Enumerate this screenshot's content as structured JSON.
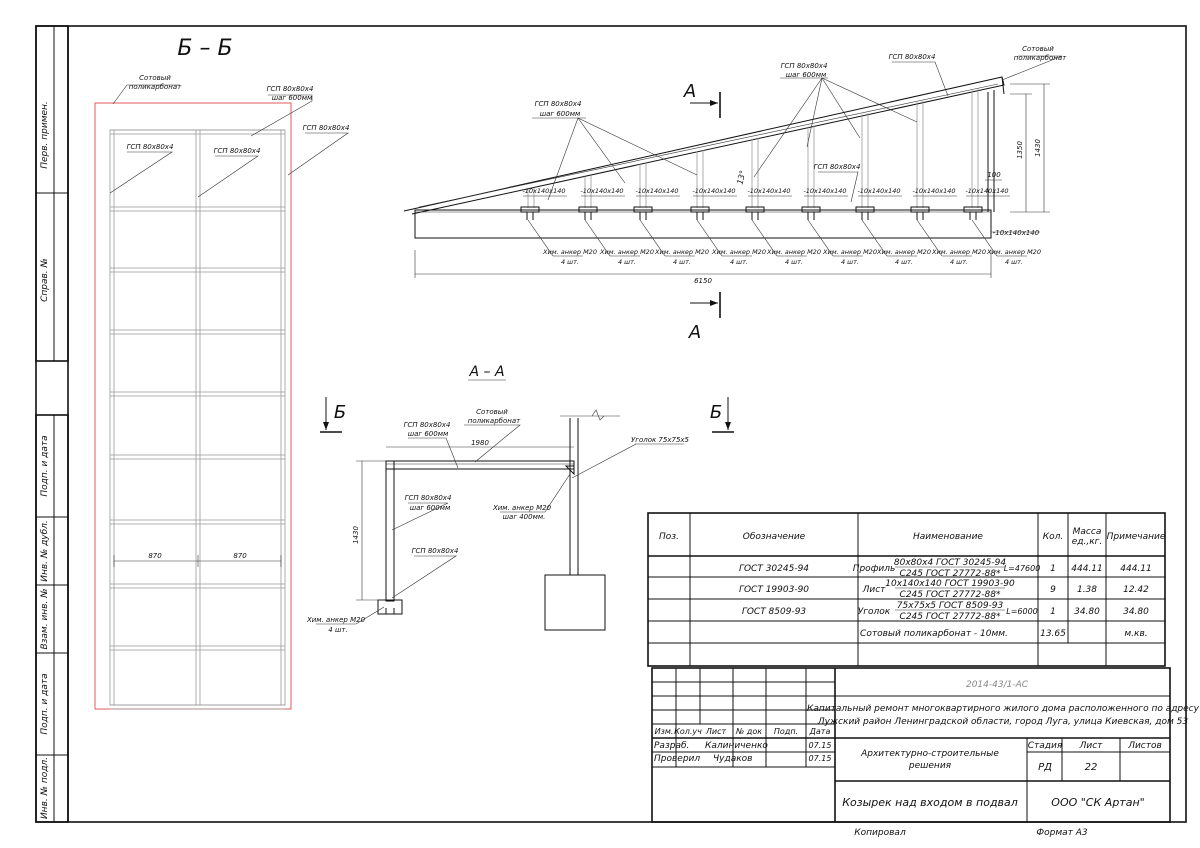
{
  "side_stamp": [
    "Перв. примен.",
    "Справ. №",
    "Подп. и дата",
    "Инв. № дубл.",
    "Взам. инв. №",
    "Подп. и дата",
    "Инв. № подл."
  ],
  "section_bb": {
    "title": "Б – Б",
    "polycarbonate": [
      "Сотовый",
      "поликарбонат"
    ],
    "gsp_step": [
      "ГСП 80х80х4",
      "шаг 600мм"
    ],
    "gsp_1": "ГСП 80х80х4",
    "gsp_2": "ГСП 80х80х4",
    "gsp_3": "ГСП 80х80х4",
    "dim_1": "870",
    "dim_2": "870"
  },
  "elevation": {
    "gsp_left": [
      "ГСП 80х80х4",
      "шаг 600мм"
    ],
    "gsp_mid": [
      "ГСП 80х80х4",
      "шаг 600мм"
    ],
    "gsp_top": "ГСП 80х80х4",
    "gsp_small": "ГСП 80х80х4",
    "polycarbonate": [
      "Сотовый",
      "поликарбонат"
    ],
    "plate": "-10х140х140",
    "plate_right": "-10х140х140",
    "anchor": [
      "Хим. анкер М20",
      "4 шт."
    ],
    "dim_total": "6150",
    "dim_h1": "1350",
    "dim_h2": "1430",
    "dim_100": "100",
    "angle": "13°",
    "cut_label": "А"
  },
  "section_aa": {
    "title": "А – А",
    "cut_label": "Б",
    "gsp_top": [
      "ГСП 80х80х4",
      "шаг 600мм"
    ],
    "polycarbonate": [
      "Сотовый",
      "поликарбонат"
    ],
    "dim_1980": "1980",
    "angle_label": "Уголок 75х75х5",
    "anchor_step": [
      "Хим. анкер М20",
      "шаг 400мм."
    ],
    "gsp_mid": [
      "ГСП 80х80х4",
      "шаг 600мм"
    ],
    "dim_1430": "1430",
    "gsp_low": "ГСП 80х80х4",
    "anchor": [
      "Хим. анкер М20",
      "4 шт."
    ]
  },
  "spec_table": {
    "headers": [
      "Поз.",
      "Обозначение",
      "Наименование",
      "Кол.",
      "Масса ед.,кг.",
      "Примечание"
    ],
    "rows": [
      {
        "pos": "",
        "designation": "ГОСТ 30245-94",
        "prefix": "Профиль",
        "name_top": "80х80х4 ГОСТ 30245-94",
        "name_bottom": "С245 ГОСТ 27772-88*",
        "suffix": "L=47600",
        "qty": "1",
        "mass": "444.11",
        "note": "444.11"
      },
      {
        "pos": "",
        "designation": "ГОСТ 19903-90",
        "prefix": "Лист",
        "name_top": "10х140х140 ГОСТ 19903-90",
        "name_bottom": "С245 ГОСТ 27772-88*",
        "suffix": "",
        "qty": "9",
        "mass": "1.38",
        "note": "12.42"
      },
      {
        "pos": "",
        "designation": "ГОСТ 8509-93",
        "prefix": "Уголок",
        "name_top": "75х75х5 ГОСТ 8509-93",
        "name_bottom": "С245 ГОСТ 27772-88*",
        "suffix": "L=6000",
        "qty": "1",
        "mass": "34.80",
        "note": "34.80"
      }
    ],
    "last_row": {
      "name": "Сотовый поликарбонат - 10мм.",
      "qty": "13.65",
      "note": "м.кв."
    }
  },
  "title_block": {
    "code": "2014-43/1-АС",
    "description_1": "Капитальный ремонт многоквартирного жилого дома расположенного по адресу",
    "description_2": "Лужский район Ленинградской области, город Луга, улица Киевская, дом 53",
    "col_headers": [
      "Изм.",
      "Кол.уч",
      "Лист",
      "№ док",
      "Подп.",
      "Дата"
    ],
    "role_1": "Разраб.",
    "name_1": "Калиниченко",
    "date_1": "07.15",
    "role_2": "Проверил",
    "name_2": "Чудаков",
    "date_2": "07.15",
    "section": [
      "Архитектурно-строительные",
      "решения"
    ],
    "stage_label": "Стадия",
    "sheet_label": "Лист",
    "sheets_label": "Листов",
    "stage": "РД",
    "sheet": "22",
    "sheets": "",
    "drawing_name": "Козырек над входом в подвал",
    "company": "ООО \"СК Артан\"",
    "copied": "Копировал",
    "format": "Формат А3"
  }
}
